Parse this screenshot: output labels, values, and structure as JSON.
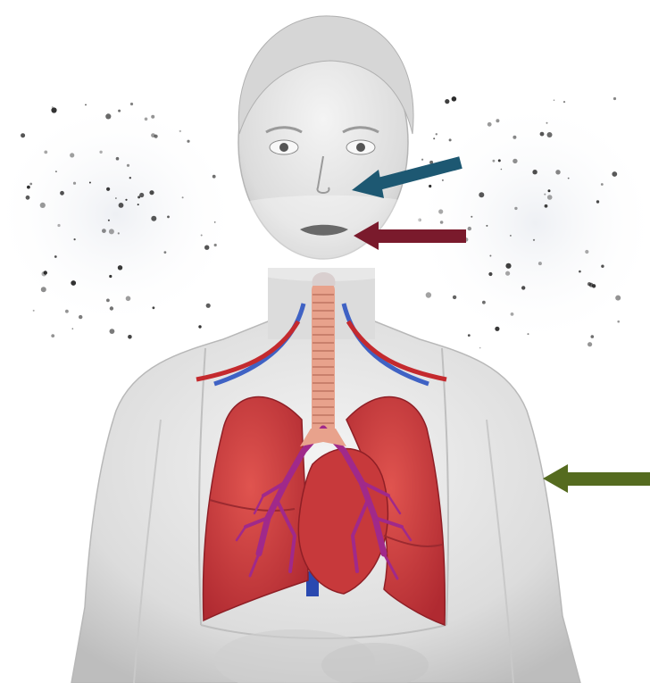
{
  "figure": {
    "arrows": [
      {
        "name": "nose-arrow",
        "color": "#1d5872",
        "points_to": "nose"
      },
      {
        "name": "mouth-arrow",
        "color": "#7a1a2c",
        "points_to": "mouth"
      },
      {
        "name": "skin-arrow",
        "color": "#556b1f",
        "points_to": "arm"
      }
    ],
    "colors": {
      "body": "#e4e4e4",
      "body_shade": "#c9c9c9",
      "lung": "#c8343a",
      "trachea": "#e8a28c",
      "bronchi": "#a0298a",
      "artery": "#c42a2e",
      "vein": "#3f62c4",
      "particles": "#222222"
    }
  }
}
